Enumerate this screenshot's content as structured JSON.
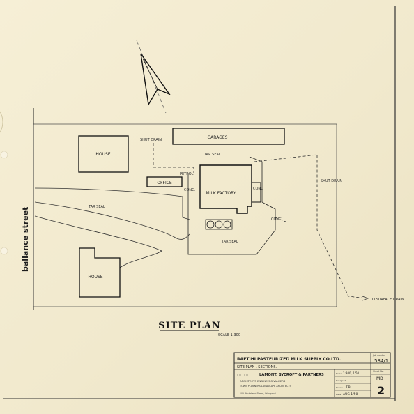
{
  "plan": {
    "street": "ballance street",
    "buildings": {
      "house_top": "HOUSE",
      "house_bottom": "HOUSE",
      "garages": "GARAGES",
      "office": "OFFICE",
      "factory": "MILK FACTORY"
    },
    "notes": {
      "shut_drain": "SHUT DRAIN",
      "tar_seal_1": "TAR SEAL",
      "tar_seal_2": "TAR SEAL",
      "tar_seal_3": "TAR SEAL",
      "petrol": "PETROL",
      "conc_1": "CONC.",
      "conc_2": "CONC",
      "conc_3": "CONC",
      "right_drain": "SHUT DRAIN",
      "to_drain": "TO SURFACE DRAIN"
    },
    "title": "SITE PLAN",
    "scale": "SCALE 1:300"
  },
  "title_block": {
    "job_label": "Job number",
    "job_number": "584/1",
    "client": "RAETIHI PASTEURIZED MILK SUPPLY CO.LTD.",
    "drawing_title": "SITE PLAN , SECTIONS.",
    "firm": "LAMONT, BYCROFT & PARTNERS",
    "firm_roles": "ARCHITECTS  ENGINEERS  VALUERS",
    "firm_roles_2": "TOWN PLANNERS  LANDSCAPE ARCHITECTS",
    "address": "102 Wicksteed Street, Wanganui",
    "scale_label": "Scale",
    "scale_value": "1:300, 1:50",
    "designed_label": "Designed",
    "drawn_label": "Drawn",
    "drawn_value": "T.B.",
    "date_label": "Date",
    "date_value": "AUG 1/50",
    "sheet_label": "Sheet No.",
    "sheet_code": "MD",
    "sheet_number": "2"
  }
}
